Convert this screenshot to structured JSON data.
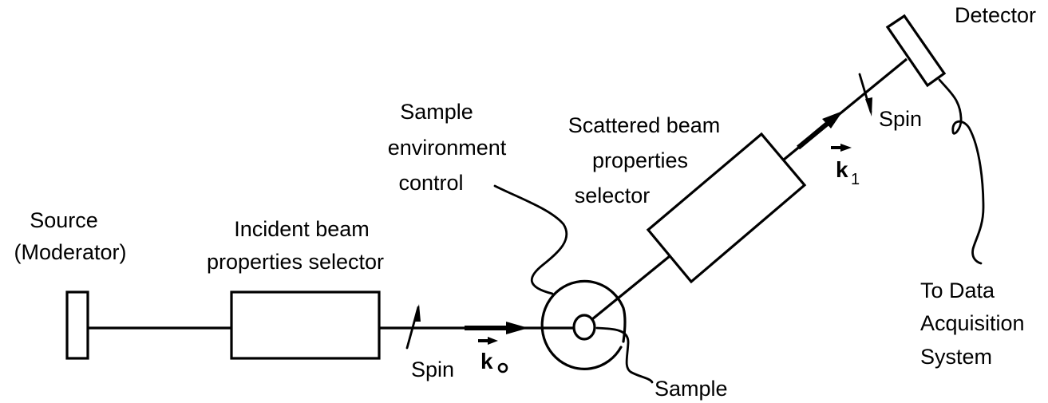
{
  "diagram": {
    "title": "Neutron scattering instrument schematic",
    "colors": {
      "ink": "#000000",
      "background": "#ffffff"
    },
    "components": {
      "source": {
        "label_lines": [
          "Source",
          "(Moderator)"
        ]
      },
      "incident_selector": {
        "label_lines": [
          "Incident beam",
          "properties selector"
        ]
      },
      "sample_environment": {
        "label_lines": [
          "Sample",
          "environment",
          "control"
        ]
      },
      "scattered_selector": {
        "label_lines": [
          "Scattered beam",
          "properties",
          "selector"
        ]
      },
      "detector": {
        "label": "Detector"
      },
      "sample": {
        "label": "Sample"
      },
      "data_acquisition": {
        "label_lines": [
          "To Data",
          "Acquisition",
          "System"
        ]
      }
    },
    "annotations": {
      "incident_spin": "Spin",
      "scattered_spin": "Spin",
      "incident_wavevector": {
        "symbol": "k",
        "subscript": "o"
      },
      "scattered_wavevector": {
        "symbol": "k",
        "subscript": "1"
      }
    }
  }
}
